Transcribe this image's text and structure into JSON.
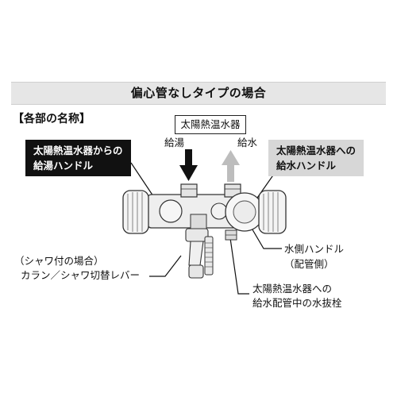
{
  "header": {
    "title": "偏心管なしタイプの場合"
  },
  "section": {
    "title": "【各部の名称】"
  },
  "heater_box": {
    "label": "太陽熱温水器"
  },
  "arrows": {
    "hot_label": "給湯",
    "cold_label": "給水"
  },
  "callouts": {
    "hot_handle": [
      "太陽熱温水器からの",
      "給湯ハンドル"
    ],
    "cold_handle": [
      "太陽熱温水器への",
      "給水ハンドル"
    ]
  },
  "labels": {
    "lever": [
      "（シャワ付の場合）",
      "カラン／シャワ切替レバー"
    ],
    "water_handle": [
      "水側ハンドル",
      "（配管側）"
    ],
    "drain_plug": [
      "太陽熱温水器への",
      "給水配管中の水抜栓"
    ]
  },
  "colors": {
    "callout_dark": "#111111",
    "callout_light": "#d7d7d7",
    "arrow_hot": "#111111",
    "arrow_cold": "#bdbdbd",
    "header_band": "#e6e6e6"
  }
}
